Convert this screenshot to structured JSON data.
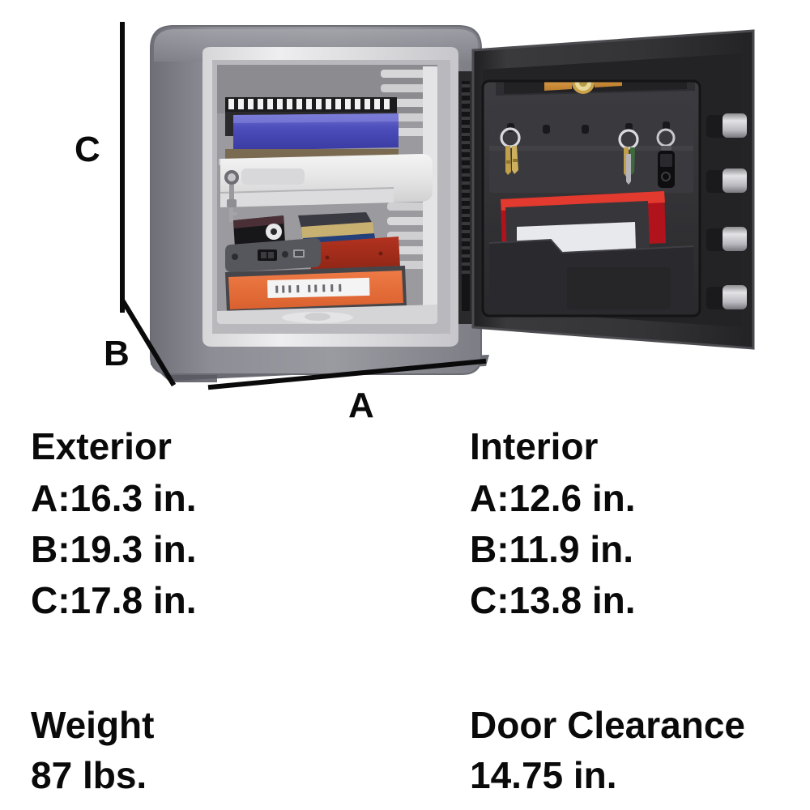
{
  "product": {
    "type": "fire-resistant-safe",
    "state": "door-open",
    "body_color": "#8f8f96",
    "interior_color": "#e9e9ea",
    "door_color": "#2b2b2d",
    "accent_bolt_color": "#c9c9cc",
    "contents": {
      "top_shelf": [
        "black-binder-rings",
        "blue-binder"
      ],
      "middle": [
        "white-locking-drawer",
        "drawer-key"
      ],
      "lower_shelf": [
        "mp3-player",
        "external-hard-drive",
        "stacked-books",
        "red-book"
      ],
      "bottom_shelf": [
        "orange-binder-with-label"
      ],
      "door_panel": [
        "gold-watch",
        "brass-keys-hook-1",
        "brass-keys-hook-4",
        "black-key-fob",
        "red-folder",
        "dark-tablet",
        "white-document"
      ]
    }
  },
  "callouts": {
    "a": "A",
    "b": "B",
    "c": "C"
  },
  "specs": {
    "exterior": {
      "heading": "Exterior",
      "rows": [
        {
          "key": "A:",
          "value": "16.3 in."
        },
        {
          "key": "B:",
          "value": "19.3 in."
        },
        {
          "key": "C:",
          "value": "17.8 in."
        }
      ]
    },
    "interior": {
      "heading": "Interior",
      "rows": [
        {
          "key": "A:",
          "value": "12.6 in."
        },
        {
          "key": "B:",
          "value": "11.9 in."
        },
        {
          "key": "C:",
          "value": "13.8 in."
        }
      ]
    },
    "weight": {
      "title": "Weight",
      "value": "87 lbs."
    },
    "door_clearance": {
      "title": "Door Clearance",
      "value": "14.75 in."
    }
  }
}
